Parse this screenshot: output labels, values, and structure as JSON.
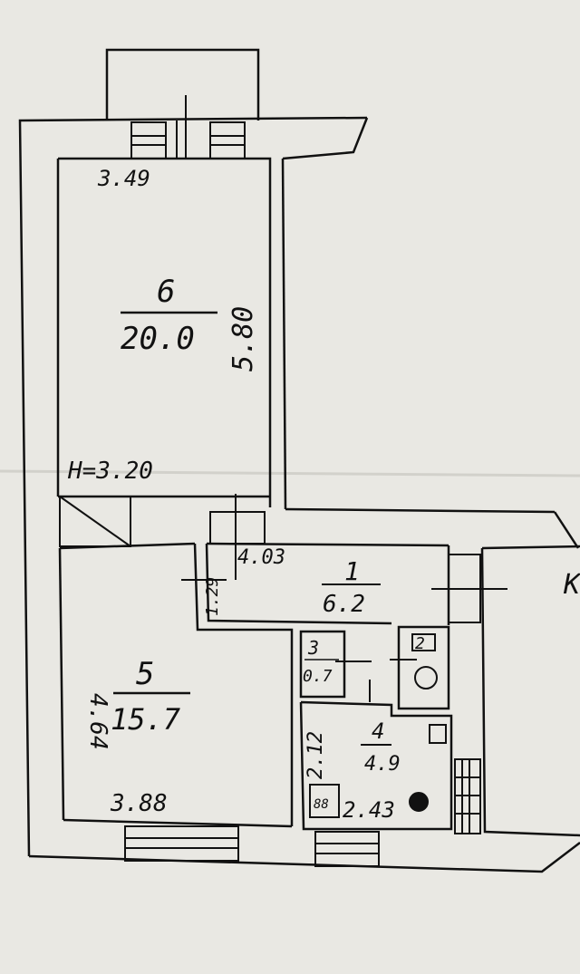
{
  "plan": {
    "ceiling_height": "H=3.20",
    "rooms": [
      {
        "number": "6",
        "area": "20.0",
        "width": "3.49",
        "length": "5.80"
      },
      {
        "number": "5",
        "area": "15.7",
        "width": "3.88",
        "length": "4.64"
      },
      {
        "number": "1",
        "area": "6.2",
        "width": "4.03",
        "length": "1.29"
      },
      {
        "number": "3",
        "area": "0.7"
      },
      {
        "number": "2",
        "area": ""
      },
      {
        "number": "4",
        "area": "4.9",
        "width": "2.43",
        "length": "2.12"
      }
    ],
    "stove_label": "88",
    "partial_letter": "K"
  },
  "colors": {
    "paper": "#e9e8e3",
    "ink": "#111111"
  }
}
